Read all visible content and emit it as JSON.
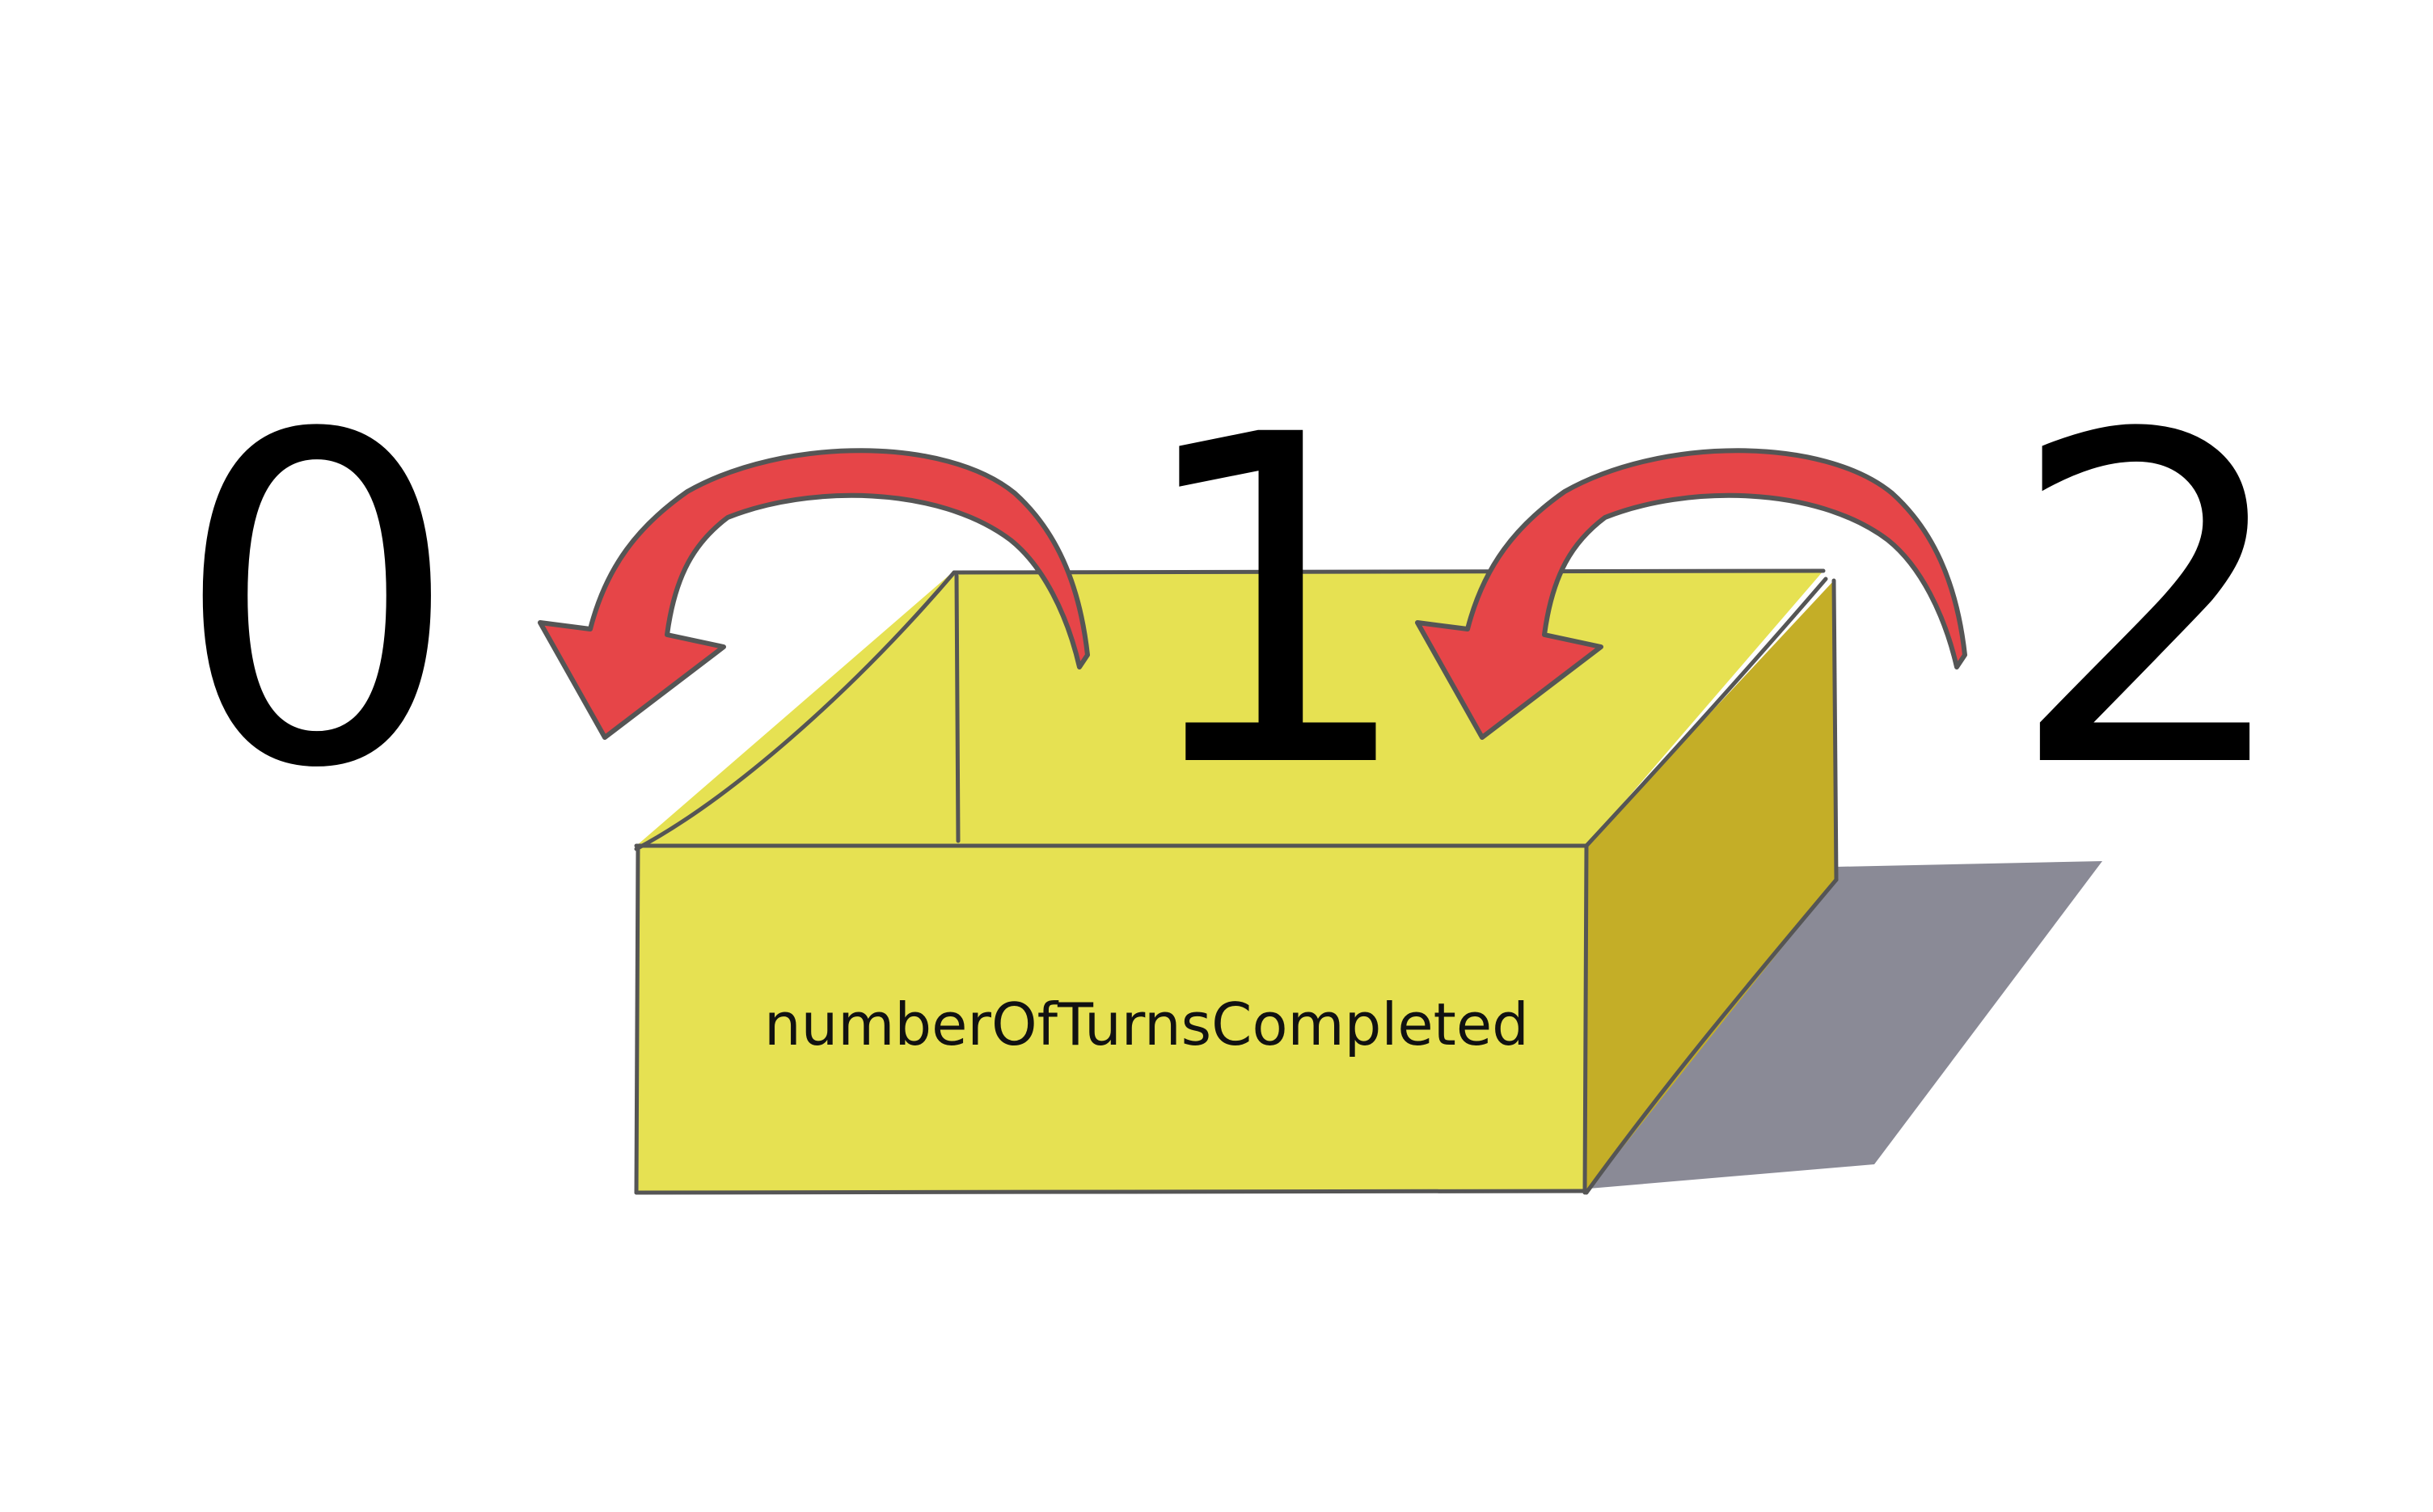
{
  "numbers": [
    "0",
    "1",
    "2"
  ],
  "box": {
    "label": "numberOfTurnsCompleted"
  },
  "arrows": [
    {
      "from": "1",
      "to": "0"
    },
    {
      "from": "2",
      "to": "box"
    }
  ],
  "colors": {
    "box_front": "#E6E152",
    "box_top": "#E6E152",
    "box_side": "#C4AE27",
    "shadow": "#8A8A96",
    "arrow_fill": "#E64548",
    "arrow_outline": "#555555",
    "digits": "#000000"
  }
}
